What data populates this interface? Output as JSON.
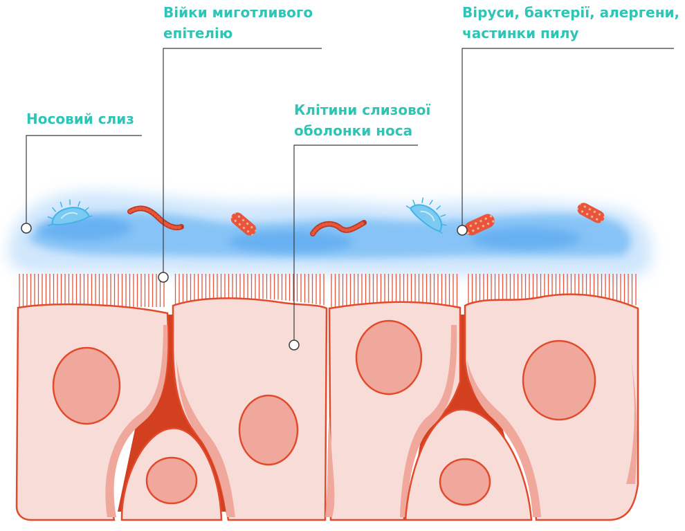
{
  "labels": {
    "mucus": "Носовий слиз",
    "cilia": [
      "Війки миготливого",
      "епітелію"
    ],
    "cells": [
      "Клітини слизової",
      "оболонки носа"
    ],
    "pathogens": [
      "Віруси, бактерії, алергени,",
      "частинки пилу"
    ]
  },
  "colors": {
    "label_text": "#2ec4b6",
    "mucus": "#3d9cf0",
    "cilia": "#e8553a",
    "cell_fill": "#f8dcd8",
    "cell_outline": "#e24a2c",
    "nucleus": "#f0a89c",
    "virus": "#40b4e8",
    "bacteria": "#e8553a"
  }
}
